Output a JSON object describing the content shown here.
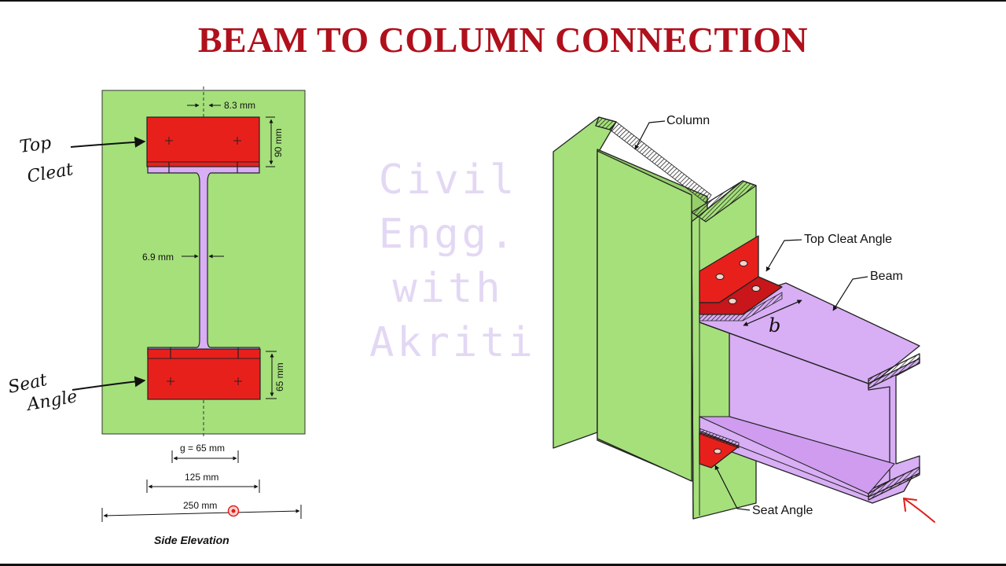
{
  "title": "BEAM TO COLUMN CONNECTION",
  "watermark": [
    "Civil",
    "Engg.",
    "with",
    "Akriti"
  ],
  "side_elevation": {
    "caption": "Side Elevation",
    "dims": {
      "flange_thickness": "8.3 mm",
      "top_cleat_height": "90 mm",
      "web_thickness": "6.9 mm",
      "seat_angle_height": "65 mm",
      "gauge": "g = 65 mm",
      "width_125": "125 mm",
      "width_250": "250 mm"
    },
    "handwritten": {
      "top_cleat_line1": "Top",
      "top_cleat_line2": "Cleat",
      "seat_angle_line1": "Seat",
      "seat_angle_line2": "Angle"
    }
  },
  "isometric": {
    "labels": {
      "column": "Column",
      "top_cleat_angle": "Top Cleat Angle",
      "beam": "Beam",
      "seat_angle": "Seat Angle",
      "b_mark": "b"
    }
  },
  "colors": {
    "title": "#b0101c",
    "column_green": "#a5e07b",
    "cleat_red": "#e8201c",
    "beam_purple": "#d8aef5",
    "watermark": "#e3d8f4",
    "pointer_red": "#e0201a"
  }
}
